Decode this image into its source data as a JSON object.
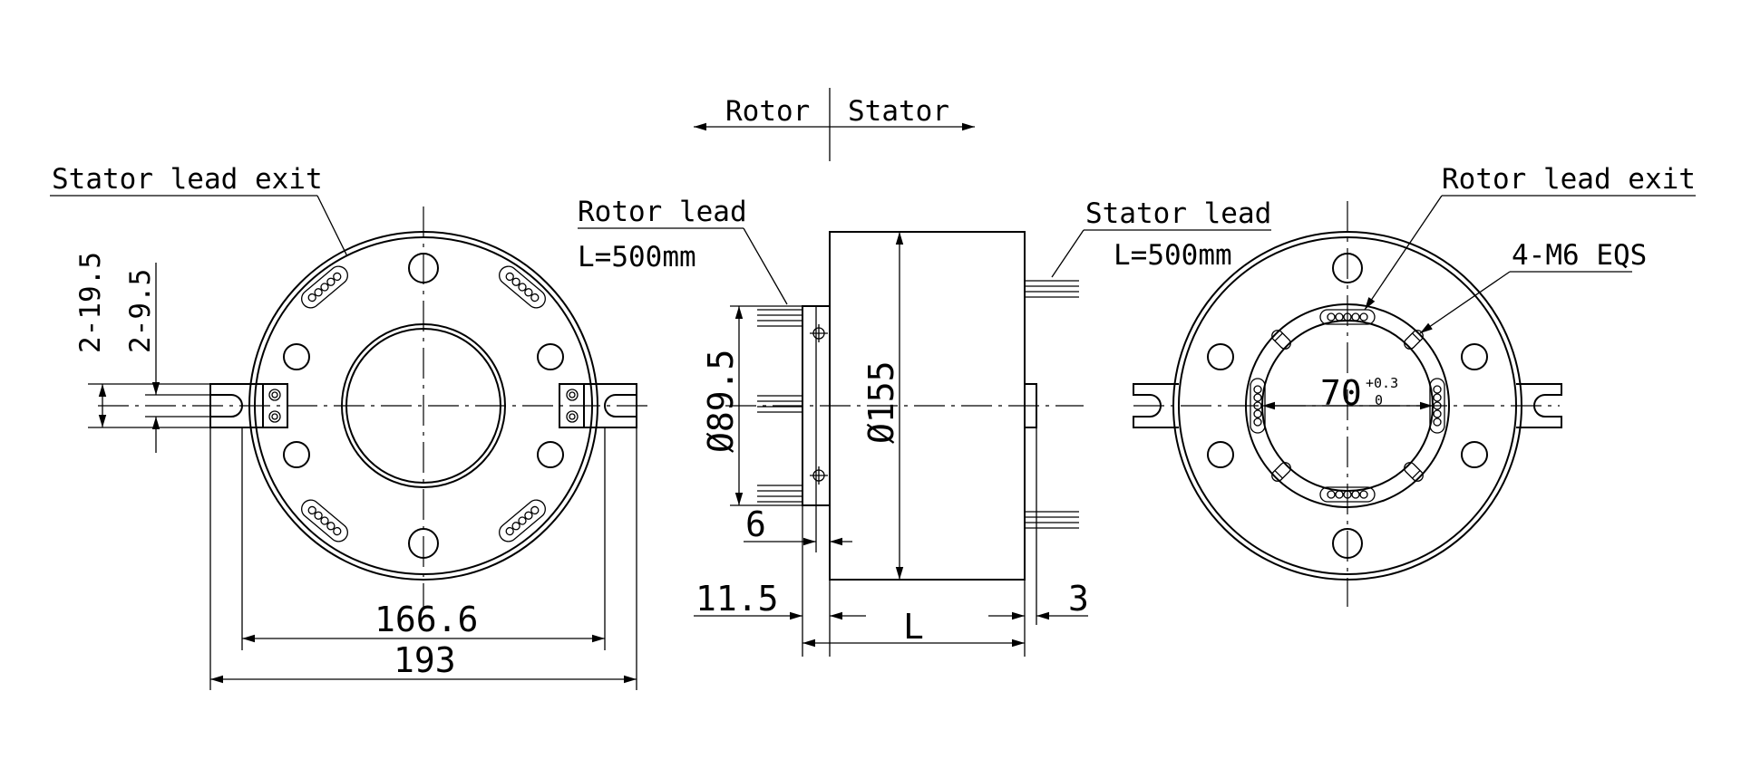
{
  "direction": {
    "rotor": "Rotor",
    "stator": "Stator"
  },
  "left_view": {
    "label_stator_lead_exit": "Stator lead exit",
    "dim_2_19_5": "2-19.5",
    "dim_2_9_5": "2-9.5",
    "dim_166_6": "166.6",
    "dim_193": "193"
  },
  "side_view": {
    "rotor_lead": "Rotor lead",
    "rotor_lead_length": "L=500mm",
    "stator_lead": "Stator lead",
    "stator_lead_length": "L=500mm",
    "dia_89_5": "Ø89.5",
    "dia_155": "Ø155",
    "dim_6": "6",
    "dim_11_5": "11.5",
    "dim_L": "L",
    "dim_3": "3"
  },
  "right_view": {
    "label_rotor_lead_exit": "Rotor lead exit",
    "label_4_m6_eqs": "4-M6 EQS",
    "bore_dia": "70",
    "tol_upper": "+0.3",
    "tol_lower": "0"
  }
}
